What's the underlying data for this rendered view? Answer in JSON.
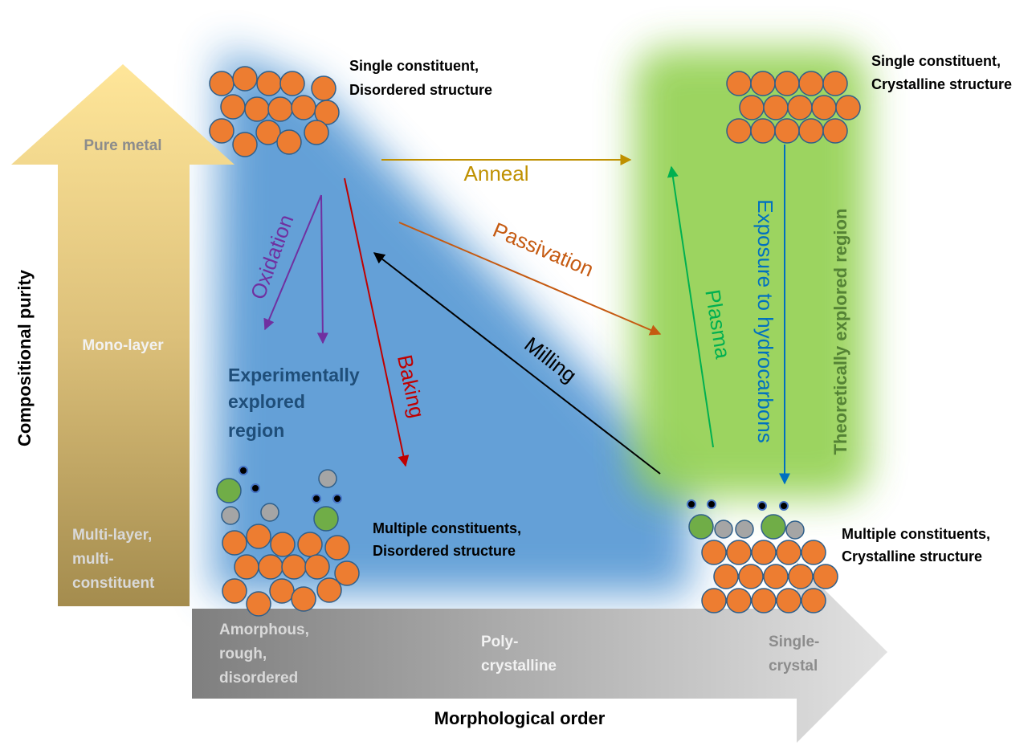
{
  "axes": {
    "y_label": "Compositional purity",
    "x_label": "Morphological order",
    "y_levels": {
      "top": "Pure metal",
      "middle": "Mono-layer",
      "bottom": [
        "Multi-layer,",
        "multi-",
        "constituent"
      ]
    },
    "x_levels": {
      "left": [
        "Amorphous,",
        "rough,",
        "disordered"
      ],
      "middle": [
        "Poly-",
        "crystalline"
      ],
      "right": [
        "Single-",
        "crystal"
      ]
    }
  },
  "regions": {
    "experimental": [
      "Experimentally",
      "explored",
      "region"
    ],
    "theoretical": "Theoretically explored region"
  },
  "states": {
    "top_left": [
      "Single constituent,",
      "Disordered structure"
    ],
    "top_right": [
      "Single constituent,",
      "Crystalline structure"
    ],
    "bottom_left": [
      "Multiple constituents,",
      "Disordered structure"
    ],
    "bottom_right": [
      "Multiple constituents,",
      "Crystalline structure"
    ]
  },
  "processes": {
    "anneal": "Anneal",
    "passivation": "Passivation",
    "oxidation": "Oxidation",
    "baking": "Baking",
    "milling": "Milling",
    "plasma": "Plasma",
    "exposure": "Exposure to hydrocarbons"
  },
  "colors": {
    "metal_atom": "#ED7D31",
    "atom_outline": "#2F5F8A",
    "green_atom": "#70AD47",
    "grey_atom": "#A5A5A5",
    "small_dark": "#000000",
    "small_ring": "#4472C4",
    "anneal": "#BF9000",
    "passivation": "#C55A11",
    "oxidation": "#7030A0",
    "baking": "#C00000",
    "milling": "#000000",
    "plasma": "#00B050",
    "exposure": "#0070C0",
    "experimental_region": "#5B9BD5",
    "theoretical_region": "#92D050",
    "experimental_text": "#1F4E79",
    "theoretical_text": "#548235"
  }
}
